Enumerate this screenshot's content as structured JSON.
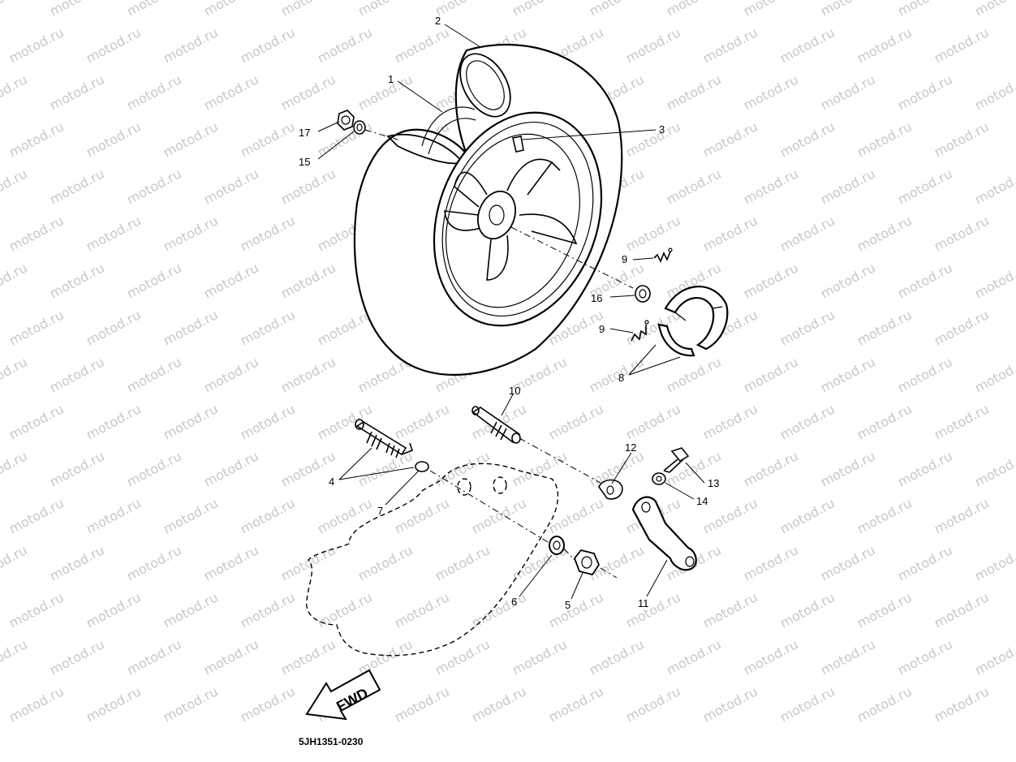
{
  "watermark": "motod.ru",
  "drawing_code": "5JH1351-0230",
  "fwd_label": "FWD",
  "callouts": {
    "c1": "1",
    "c2": "2",
    "c3": "3",
    "c4": "4",
    "c5": "5",
    "c6": "6",
    "c7": "7",
    "c8": "8",
    "c9a": "9",
    "c9b": "9",
    "c10": "10",
    "c11": "11",
    "c12": "12",
    "c13": "13",
    "c14": "14",
    "c15": "15",
    "c16": "16",
    "c17": "17"
  }
}
